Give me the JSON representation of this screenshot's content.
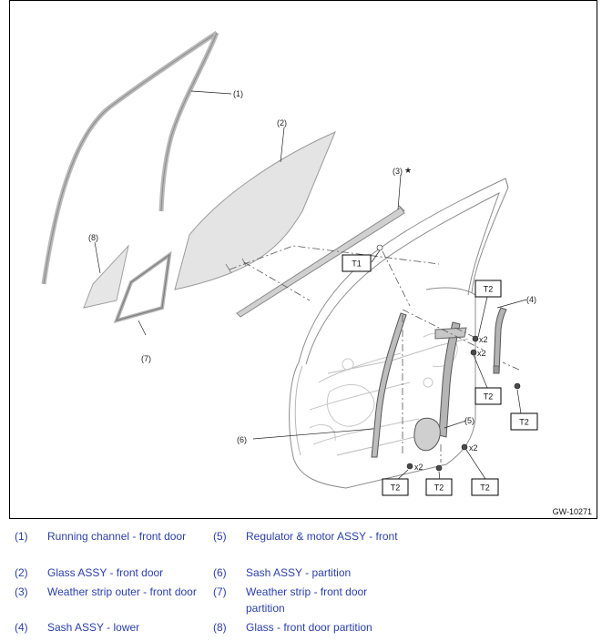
{
  "figure": {
    "id": "GW-10271",
    "star_symbol": "★",
    "callouts": {
      "c1": "(1)",
      "c2": "(2)",
      "c3": "(3)",
      "c4": "(4)",
      "c5": "(5)",
      "c6": "(6)",
      "c7": "(7)",
      "c8": "(8)"
    },
    "torque_boxes": {
      "t1": "T1",
      "t2a": "T2",
      "t2b": "T2",
      "t2c": "T2",
      "t2d": "T2",
      "t2e": "T2",
      "t2f": "T2"
    },
    "quantity_marks": {
      "q1": "x2",
      "q2": "x2",
      "q3": "x2",
      "q4": "x2"
    }
  },
  "legend": [
    {
      "num": "(1)",
      "text": "Running channel - front door"
    },
    {
      "num": "(2)",
      "text": "Glass ASSY - front door"
    },
    {
      "num": "(3)",
      "text": "Weather strip outer - front door"
    },
    {
      "num": "(4)",
      "text": "Sash ASSY - lower"
    },
    {
      "num": "(5)",
      "text": "Regulator & motor ASSY - front"
    },
    {
      "num": "(6)",
      "text": "Sash ASSY - partition"
    },
    {
      "num": "(7)",
      "text": "Weather strip - front door partition"
    },
    {
      "num": "(8)",
      "text": "Glass - front door partition"
    }
  ]
}
